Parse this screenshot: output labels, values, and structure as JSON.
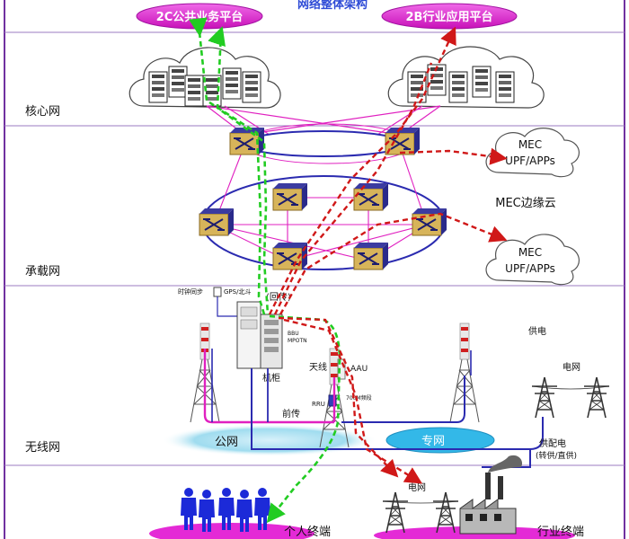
{
  "diagram_title": "网络整体架构",
  "platforms": {
    "public": "2C公共业务平台",
    "industry": "2B行业应用平台"
  },
  "layers": {
    "core": "核心网",
    "bearer": "承载网",
    "wireless": "无线网"
  },
  "mec": {
    "cloud_title": "MEC边缘云",
    "node1_line1": "MEC",
    "node1_line2": "UPF/APPs",
    "node2_line1": "MEC",
    "node2_line2": "UPF/APPs"
  },
  "wireless": {
    "clock_sync": "时钟同步",
    "gps": "GPS/北斗",
    "backhaul": "(回传)",
    "bbu": "BBU",
    "mpotn": "MPOTN",
    "cabinet": "机柜",
    "antenna": "天线",
    "aau": "AAU",
    "rru": "RRU",
    "band": "700M频段",
    "fronthaul": "前传",
    "power_supply": "供电",
    "grid_right": "电网",
    "grid_bottom": "电网",
    "public_net": "公网",
    "private_net": "专网",
    "power_dist_line1": "供配电",
    "power_dist_line2": "(转供/直供)"
  },
  "terminals": {
    "personal": "个人终端",
    "industry": "行业终端"
  },
  "colors": {
    "frame": "#7030a0",
    "ring": "#2b2bb0",
    "magenta": "#e020c0",
    "green_path": "#22cc22",
    "red_path": "#d01818",
    "platform_fill": "#e42ad6",
    "switch_gold": "#d7b45a",
    "switch_navy": "#2a2a8a",
    "title_blue": "#2e4bd6",
    "net_cloud": "#8fd3ea",
    "private_ellipse": "#33b8e8"
  }
}
